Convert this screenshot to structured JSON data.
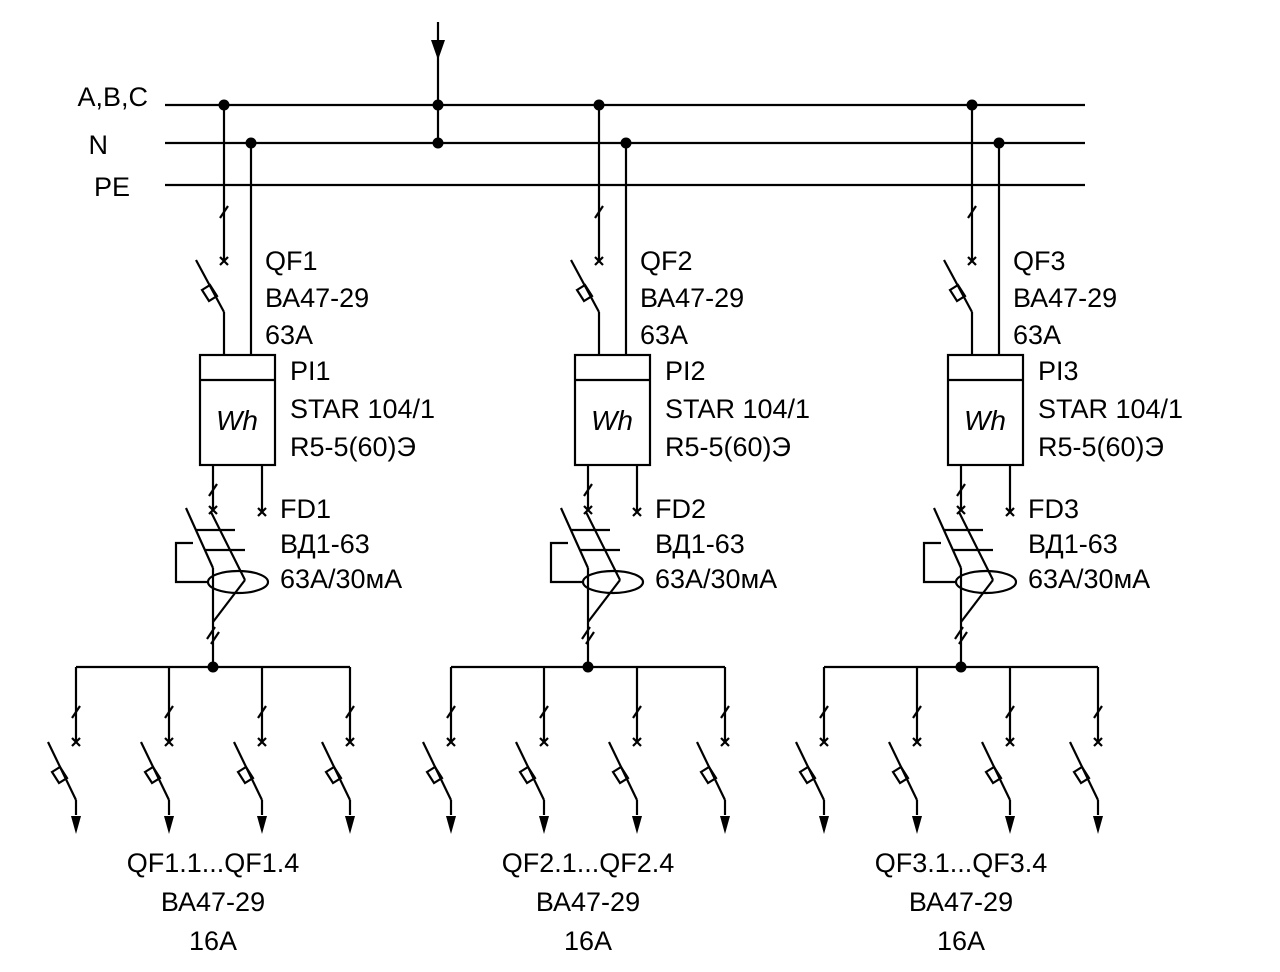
{
  "buses": [
    {
      "label": "A,B,C"
    },
    {
      "label": "N"
    },
    {
      "label": "PE"
    }
  ],
  "groups": [
    {
      "breaker": [
        "QF1",
        "ВА47-29",
        "63А"
      ],
      "meter": [
        "PI1",
        "STAR 104/1",
        "R5-5(60)Э"
      ],
      "meter_symbol": "Wh",
      "rcd": [
        "FD1",
        "ВД1-63",
        "63А/30мА"
      ],
      "outgoing": [
        "QF1.1...QF1.4",
        "ВА47-29",
        "16А"
      ]
    },
    {
      "breaker": [
        "QF2",
        "ВА47-29",
        "63А"
      ],
      "meter": [
        "PI2",
        "STAR 104/1",
        "R5-5(60)Э"
      ],
      "meter_symbol": "Wh",
      "rcd": [
        "FD2",
        "ВД1-63",
        "63А/30мА"
      ],
      "outgoing": [
        "QF2.1...QF2.4",
        "ВА47-29",
        "16А"
      ]
    },
    {
      "breaker": [
        "QF3",
        "ВА47-29",
        "63А"
      ],
      "meter": [
        "PI3",
        "STAR 104/1",
        "R5-5(60)Э"
      ],
      "meter_symbol": "Wh",
      "rcd": [
        "FD3",
        "ВД1-63",
        "63А/30мА"
      ],
      "outgoing": [
        "QF3.1...QF3.4",
        "ВА47-29",
        "16А"
      ]
    }
  ]
}
